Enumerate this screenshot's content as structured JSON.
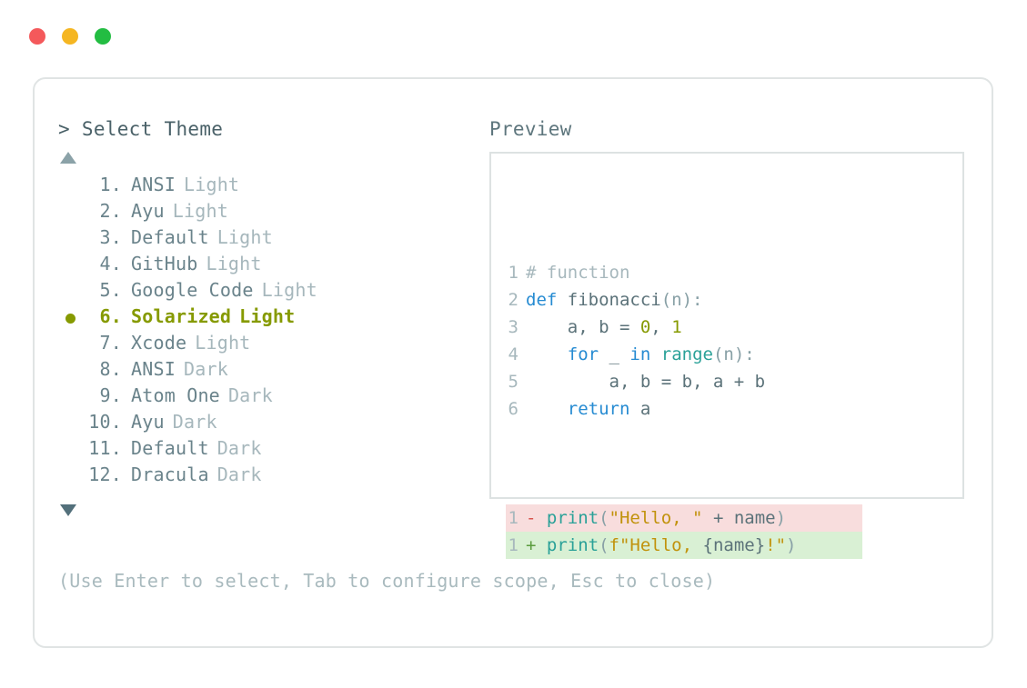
{
  "window": {
    "dots": [
      {
        "name": "close",
        "color": "#f4595b"
      },
      {
        "name": "minimize",
        "color": "#f5b622"
      },
      {
        "name": "maximize",
        "color": "#23bd42"
      }
    ]
  },
  "left": {
    "prompt": ">",
    "heading": "Select Theme",
    "scroll_up": "▲",
    "scroll_down": "▼",
    "selected_index": 6,
    "selected_bullet": "●",
    "selected_color": "#869a00",
    "items": [
      {
        "num": "1.",
        "name": "ANSI",
        "variant": "Light",
        "selected": false
      },
      {
        "num": "2.",
        "name": "Ayu",
        "variant": "Light",
        "selected": false
      },
      {
        "num": "3.",
        "name": "Default",
        "variant": "Light",
        "selected": false
      },
      {
        "num": "4.",
        "name": "GitHub",
        "variant": "Light",
        "selected": false
      },
      {
        "num": "5.",
        "name": "Google Code",
        "variant": "Light",
        "selected": false
      },
      {
        "num": "6.",
        "name": "Solarized",
        "variant": "Light",
        "selected": true
      },
      {
        "num": "7.",
        "name": "Xcode",
        "variant": "Light",
        "selected": false
      },
      {
        "num": "8.",
        "name": "ANSI",
        "variant": "Dark",
        "selected": false
      },
      {
        "num": "9.",
        "name": "Atom One",
        "variant": "Dark",
        "selected": false
      },
      {
        "num": "10.",
        "name": "Ayu",
        "variant": "Dark",
        "selected": false
      },
      {
        "num": "11.",
        "name": "Default",
        "variant": "Dark",
        "selected": false
      },
      {
        "num": "12.",
        "name": "Dracula",
        "variant": "Dark",
        "selected": false
      }
    ]
  },
  "right": {
    "heading": "Preview",
    "code_lines": [
      {
        "n": "1",
        "tokens": [
          {
            "t": "# function",
            "c": "t-comment"
          }
        ]
      },
      {
        "n": "2",
        "tokens": [
          {
            "t": "def ",
            "c": "t-keyword"
          },
          {
            "t": "fibonacci",
            "c": "t-func"
          },
          {
            "t": "(n):",
            "c": "t-punc"
          }
        ]
      },
      {
        "n": "3",
        "tokens": [
          {
            "t": "    a, b = ",
            "c": "t-plain"
          },
          {
            "t": "0",
            "c": "t-num"
          },
          {
            "t": ", ",
            "c": "t-plain"
          },
          {
            "t": "1",
            "c": "t-num"
          }
        ]
      },
      {
        "n": "4",
        "tokens": [
          {
            "t": "    ",
            "c": "t-plain"
          },
          {
            "t": "for",
            "c": "t-keyword"
          },
          {
            "t": " _ ",
            "c": "t-plain"
          },
          {
            "t": "in",
            "c": "t-keyword"
          },
          {
            "t": " ",
            "c": "t-plain"
          },
          {
            "t": "range",
            "c": "t-builtin"
          },
          {
            "t": "(n):",
            "c": "t-punc"
          }
        ]
      },
      {
        "n": "5",
        "tokens": [
          {
            "t": "        a, b = b, a + b",
            "c": "t-plain"
          }
        ]
      },
      {
        "n": "6",
        "tokens": [
          {
            "t": "    ",
            "c": "t-plain"
          },
          {
            "t": "return",
            "c": "t-keyword"
          },
          {
            "t": " a",
            "c": "t-plain"
          }
        ]
      }
    ],
    "diff_lines": [
      {
        "kind": "del",
        "n": "1",
        "marker": "-",
        "tokens": [
          {
            "t": "print",
            "c": "t-builtin"
          },
          {
            "t": "(",
            "c": "t-punc"
          },
          {
            "t": "\"Hello, \"",
            "c": "t-string"
          },
          {
            "t": " + ",
            "c": "t-plain"
          },
          {
            "t": "name",
            "c": "t-plain"
          },
          {
            "t": ")",
            "c": "t-punc"
          }
        ]
      },
      {
        "kind": "add",
        "n": "1",
        "marker": "+",
        "tokens": [
          {
            "t": "print",
            "c": "t-builtin"
          },
          {
            "t": "(",
            "c": "t-punc"
          },
          {
            "t": "f\"Hello, ",
            "c": "t-string"
          },
          {
            "t": "{name}",
            "c": "t-plain"
          },
          {
            "t": "!\"",
            "c": "t-string"
          },
          {
            "t": ")",
            "c": "t-punc"
          }
        ]
      }
    ]
  },
  "footer": {
    "hint": "(Use Enter to select, Tab to configure scope, Esc to close)"
  }
}
